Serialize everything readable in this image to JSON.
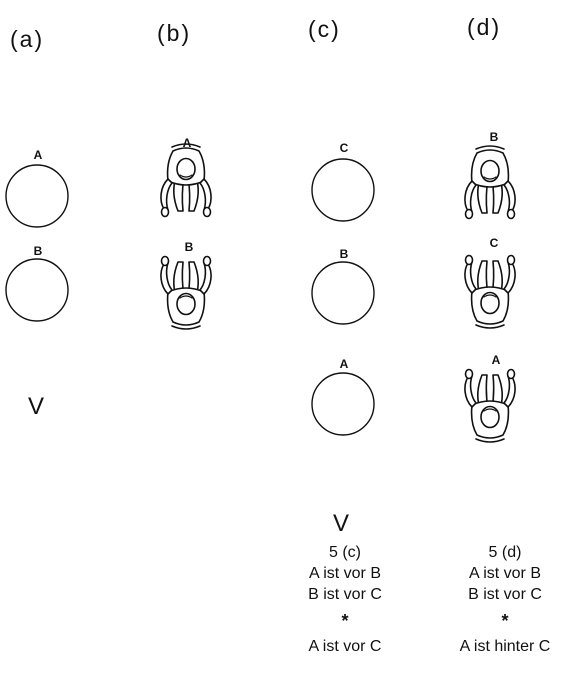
{
  "panels": [
    {
      "label": "(a)",
      "objects": [
        "A",
        "B"
      ],
      "viewer": "V"
    },
    {
      "label": "(b)",
      "objects": [
        "A",
        "B"
      ]
    },
    {
      "label": "(c)",
      "objects": [
        "C",
        "B",
        "A"
      ],
      "viewer": "V"
    },
    {
      "label": "(d)",
      "objects": [
        "B",
        "C",
        "A"
      ]
    }
  ],
  "captions": {
    "c": {
      "title": "5 (c)",
      "line1": "A ist vor B",
      "line2": "B ist vor C",
      "star": "*",
      "conclusion": "A ist vor C"
    },
    "d": {
      "title": "5 (d)",
      "line1": "A ist vor B",
      "line2": "B ist vor C",
      "star": "*",
      "conclusion": "A ist hinter C"
    }
  },
  "icons": {
    "round_object": "circle-outline-icon",
    "person": "person-top-view-icon"
  },
  "colors": {
    "ink": "#111111",
    "background": "#ffffff"
  }
}
